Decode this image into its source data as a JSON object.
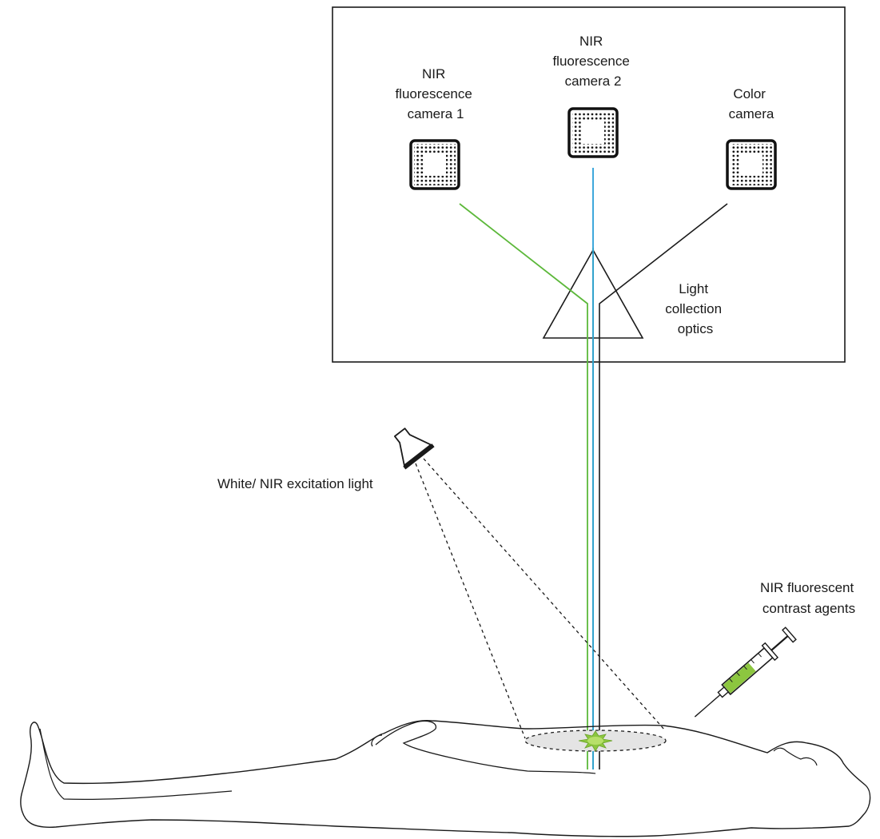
{
  "labels": {
    "camera1": [
      "NIR",
      "fluorescence",
      "camera 1"
    ],
    "camera2": [
      "NIR",
      "fluorescence",
      "camera 2"
    ],
    "color_camera": [
      "Color",
      "camera"
    ],
    "optics": [
      "Light",
      "collection",
      "optics"
    ],
    "excitation_light": "White/ NIR excitation light",
    "contrast_agents": [
      "NIR fluorescent",
      "contrast agents"
    ]
  },
  "colors": {
    "nir_beam_green": "#5cb83a",
    "nir_beam_blue": "#2a9fd8",
    "color_beam": "#1a1a1a",
    "syringe_fluid": "#8cc63f",
    "illuminated_area": "#e4e4e4",
    "fluorescence_spot": "#8cc63f"
  }
}
